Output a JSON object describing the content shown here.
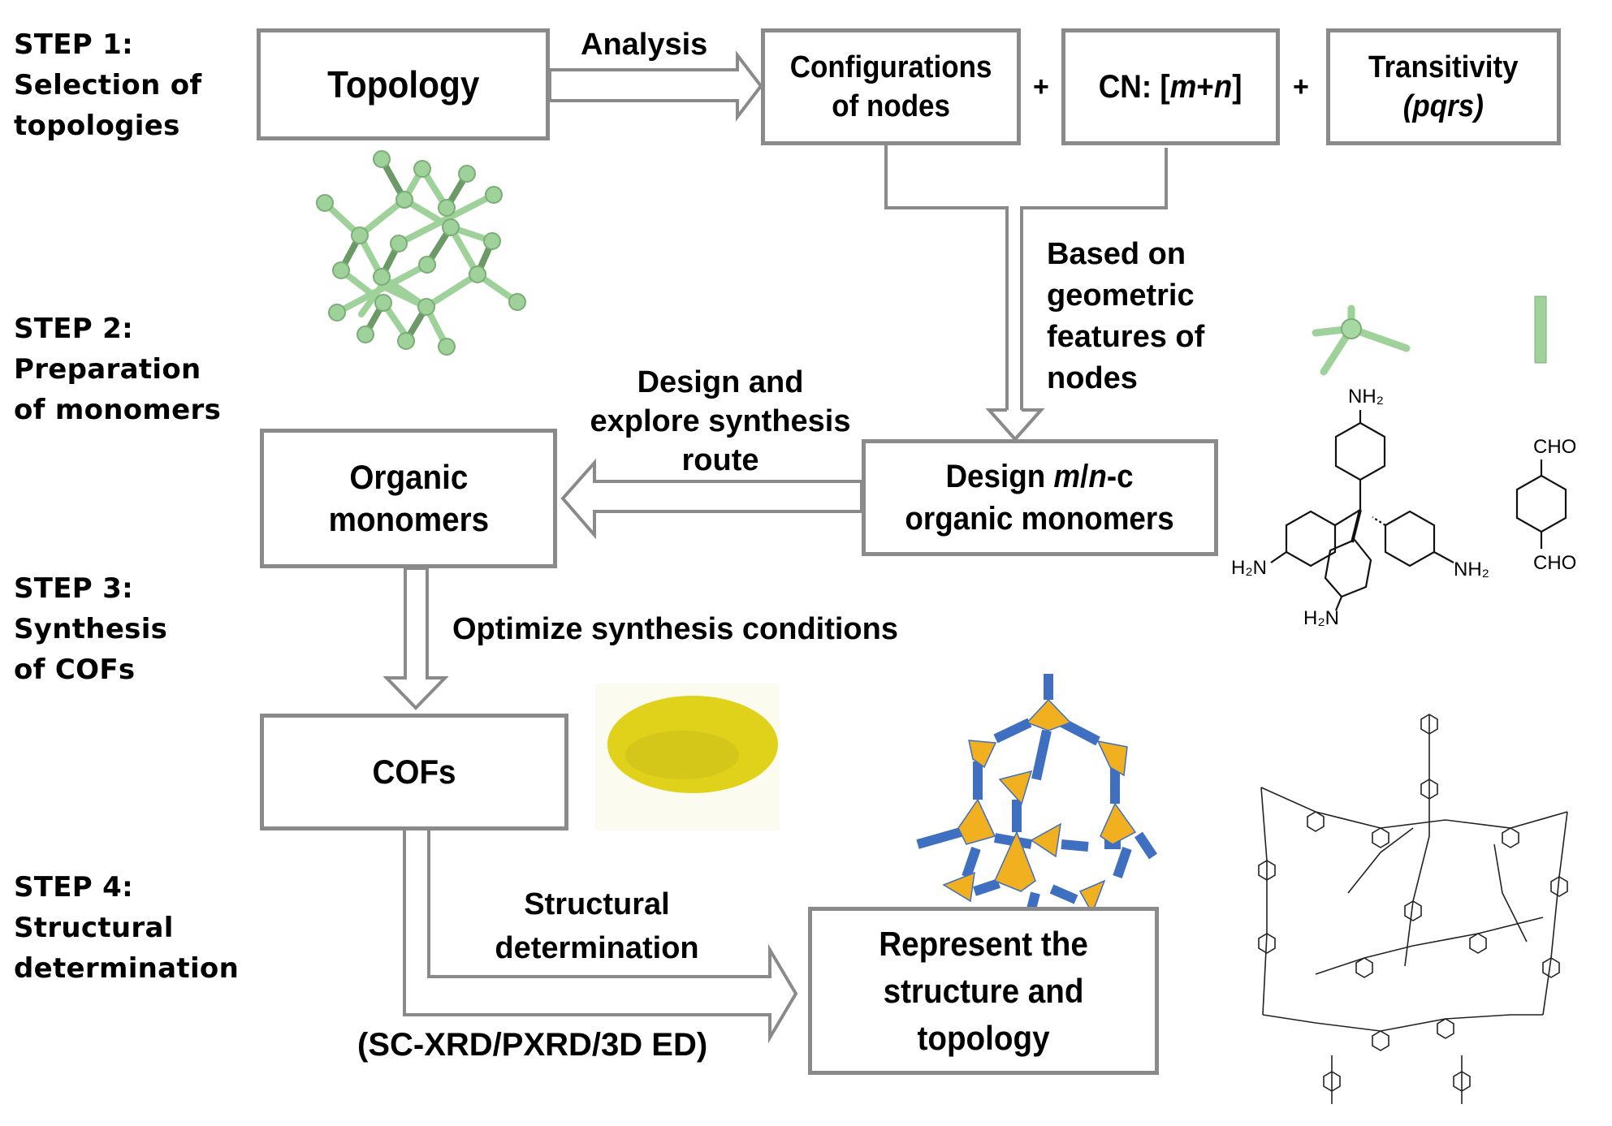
{
  "steps": [
    {
      "lines": [
        "STEP 1:",
        "Selection of",
        "topologies"
      ]
    },
    {
      "lines": [
        "STEP 2:",
        "Preparation",
        "of monomers"
      ]
    },
    {
      "lines": [
        "STEP 3:",
        "Synthesis",
        "of COFs"
      ]
    },
    {
      "lines": [
        "STEP 4:",
        "Structural",
        "determination"
      ]
    }
  ],
  "boxes": {
    "topology": "Topology",
    "configurations": [
      "Configurations",
      "of nodes"
    ],
    "cn_prefix": "CN: [",
    "cn_m": "m",
    "cn_plus": "+",
    "cn_n": "n",
    "cn_suffix": "]",
    "transitivity": "Transitivity",
    "transitivity_sub": "(pqrs)",
    "organic_monomers": [
      "Organic",
      "monomers"
    ],
    "design_prefix": "Design ",
    "design_m": "m",
    "design_slash": "/",
    "design_n": "n",
    "design_suffix": "-c",
    "design_line2": "organic monomers",
    "cofs": "COFs",
    "represent": [
      "Represent the",
      "structure and",
      "topology"
    ]
  },
  "operators": {
    "plus1": "+",
    "plus2": "+"
  },
  "arrow_labels": {
    "analysis": "Analysis",
    "based_on": [
      "Based on",
      "geometric",
      "features of",
      "nodes"
    ],
    "design_explore": [
      "Design and",
      "explore synthesis",
      "route"
    ],
    "optimize": "Optimize synthesis conditions",
    "structural": [
      "Structural",
      "determination"
    ],
    "methods": "(SC-XRD/PXRD/3D ED)"
  },
  "chem_labels": {
    "nh2_top": "NH₂",
    "h2n_left": "H₂N",
    "nh2_right": "NH₂",
    "h2n_bottom": "H₂N",
    "cho_top": "CHO",
    "cho_bottom": "CHO"
  },
  "colors": {
    "box_border": "#8a8a8a",
    "node_green": "#9fd19a",
    "node_green_dark": "#5f8a5c",
    "cof_blue": "#3f6fc0",
    "cof_orange": "#f0b020",
    "powder_yellow": "#e0d21a"
  }
}
